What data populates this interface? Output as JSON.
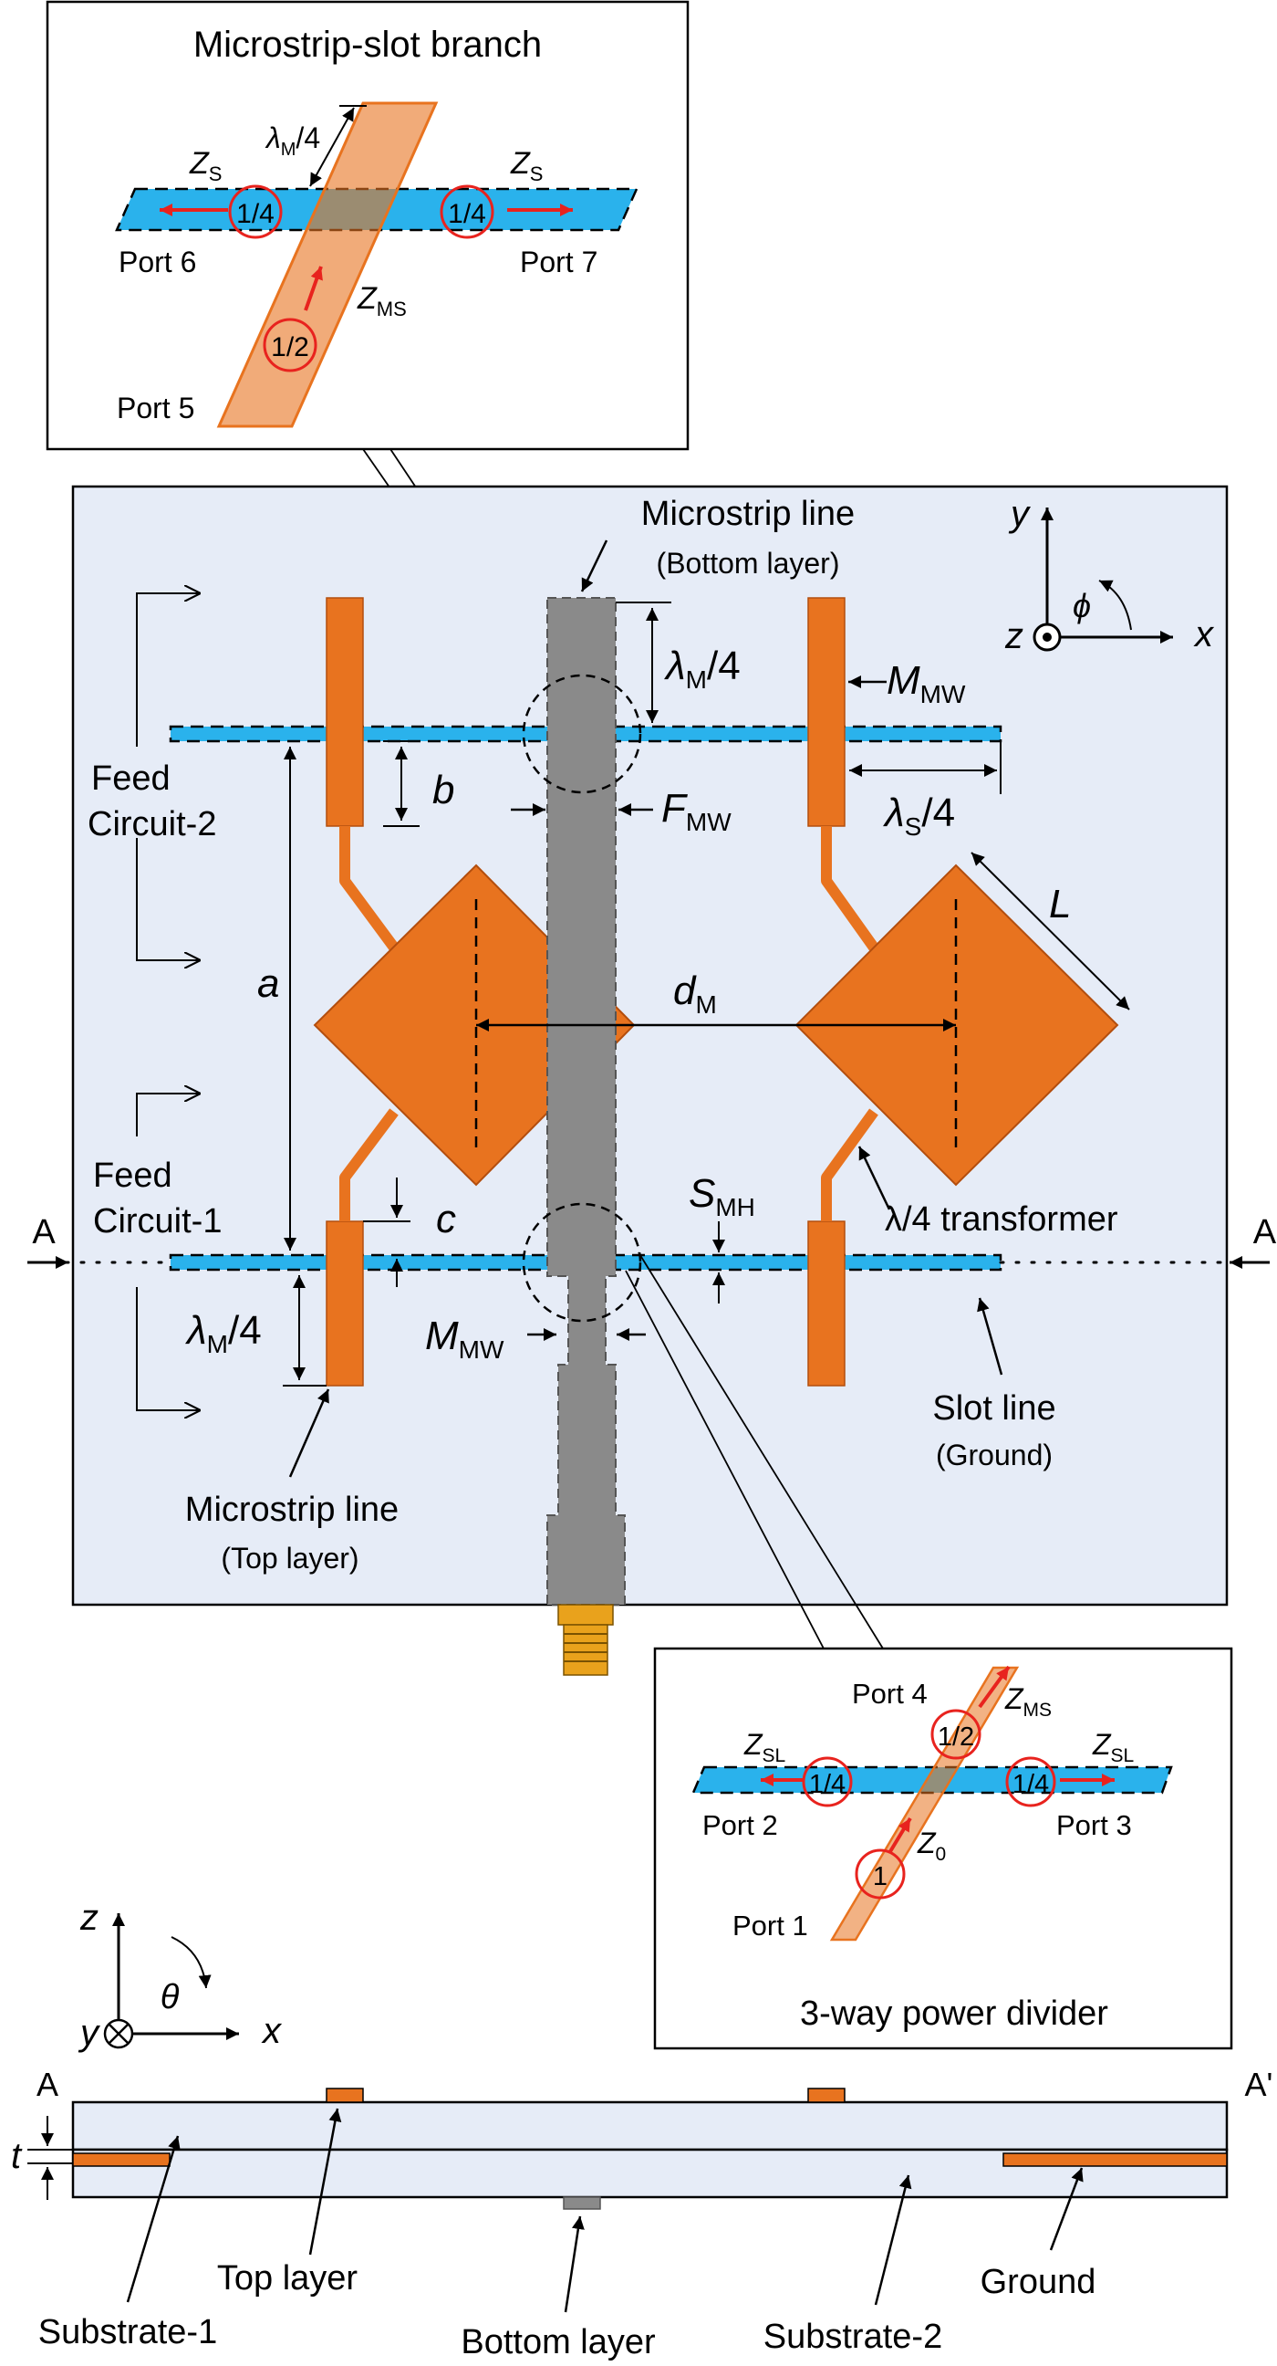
{
  "colors": {
    "board": "#e6ecf7",
    "copper": "#e8731f",
    "copper_light": "#f3b083",
    "slot": "#2ab2ec",
    "gray_line": "#8a8a8a",
    "connector": "#e9a21c",
    "red": "#e8231e"
  },
  "inset_branch": {
    "title": "Microstrip-slot branch",
    "port5": "Port 5",
    "port6": "Port 6",
    "port7": "Port 7",
    "zs_left": "Z",
    "zs_left_sub": "S",
    "zs_right": "Z",
    "zs_right_sub": "S",
    "zms": "Z",
    "zms_sub": "MS",
    "lambda": "λ",
    "lambda_sub": "M",
    "lambda_tail": "/4",
    "ratio_left": "1/4",
    "ratio_right": "1/4",
    "ratio_feed": "1/2"
  },
  "inset_divider": {
    "title": "3-way power divider",
    "port1": "Port 1",
    "port2": "Port 2",
    "port3": "Port 3",
    "port4": "Port 4",
    "zsl_left": "Z",
    "zsl_left_sub": "SL",
    "zsl_right": "Z",
    "zsl_right_sub": "SL",
    "zms": "Z",
    "zms_sub": "MS",
    "z0": "Z",
    "z0_sub": "0",
    "ratio_left": "1/4",
    "ratio_right": "1/4",
    "ratio_top": "1/2",
    "ratio_feed": "1"
  },
  "main": {
    "ms_bottom_title": "Microstrip line",
    "ms_bottom_sub": "(Bottom layer)",
    "ms_top_title": "Microstrip line",
    "ms_top_sub": "(Top layer)",
    "slot_title": "Slot line",
    "slot_sub": "(Ground)",
    "feed2_line1": "Feed",
    "feed2_line2": "Circuit-2",
    "feed1_line1": "Feed",
    "feed1_line2": "Circuit-1",
    "transformer": "λ/4 transformer",
    "label_a": "a",
    "label_b": "b",
    "label_c": "c",
    "label_L": "L",
    "label_dM": "d",
    "label_dM_sub": "M",
    "label_MMW_top": "M",
    "label_MMW_top_sub": "MW",
    "label_MMW_bot": "M",
    "label_MMW_bot_sub": "MW",
    "label_FMW": "F",
    "label_FMW_sub": "MW",
    "label_SMH": "S",
    "label_SMH_sub": "MH",
    "lamM_top": "λ",
    "lamM_top_sub": "M",
    "lamM_top_tail": "/4",
    "lamS": "λ",
    "lamS_sub": "S",
    "lamS_tail": "/4",
    "lamM_bot": "λ",
    "lamM_bot_sub": "M",
    "lamM_bot_tail": "/4",
    "sec_A_left": "A",
    "sec_A_right": "A'",
    "axis_y": "y",
    "axis_x": "x",
    "axis_z": "z",
    "axis_phi": "ϕ"
  },
  "cross_section": {
    "axis_z": "z",
    "axis_x": "x",
    "axis_y": "y",
    "axis_theta": "θ",
    "label_A_left": "A",
    "label_A_right": "A'",
    "label_t": "t",
    "top_layer": "Top layer",
    "bottom_layer": "Bottom layer",
    "ground": "Ground",
    "substrate1": "Substrate-1",
    "substrate2": "Substrate-2"
  }
}
